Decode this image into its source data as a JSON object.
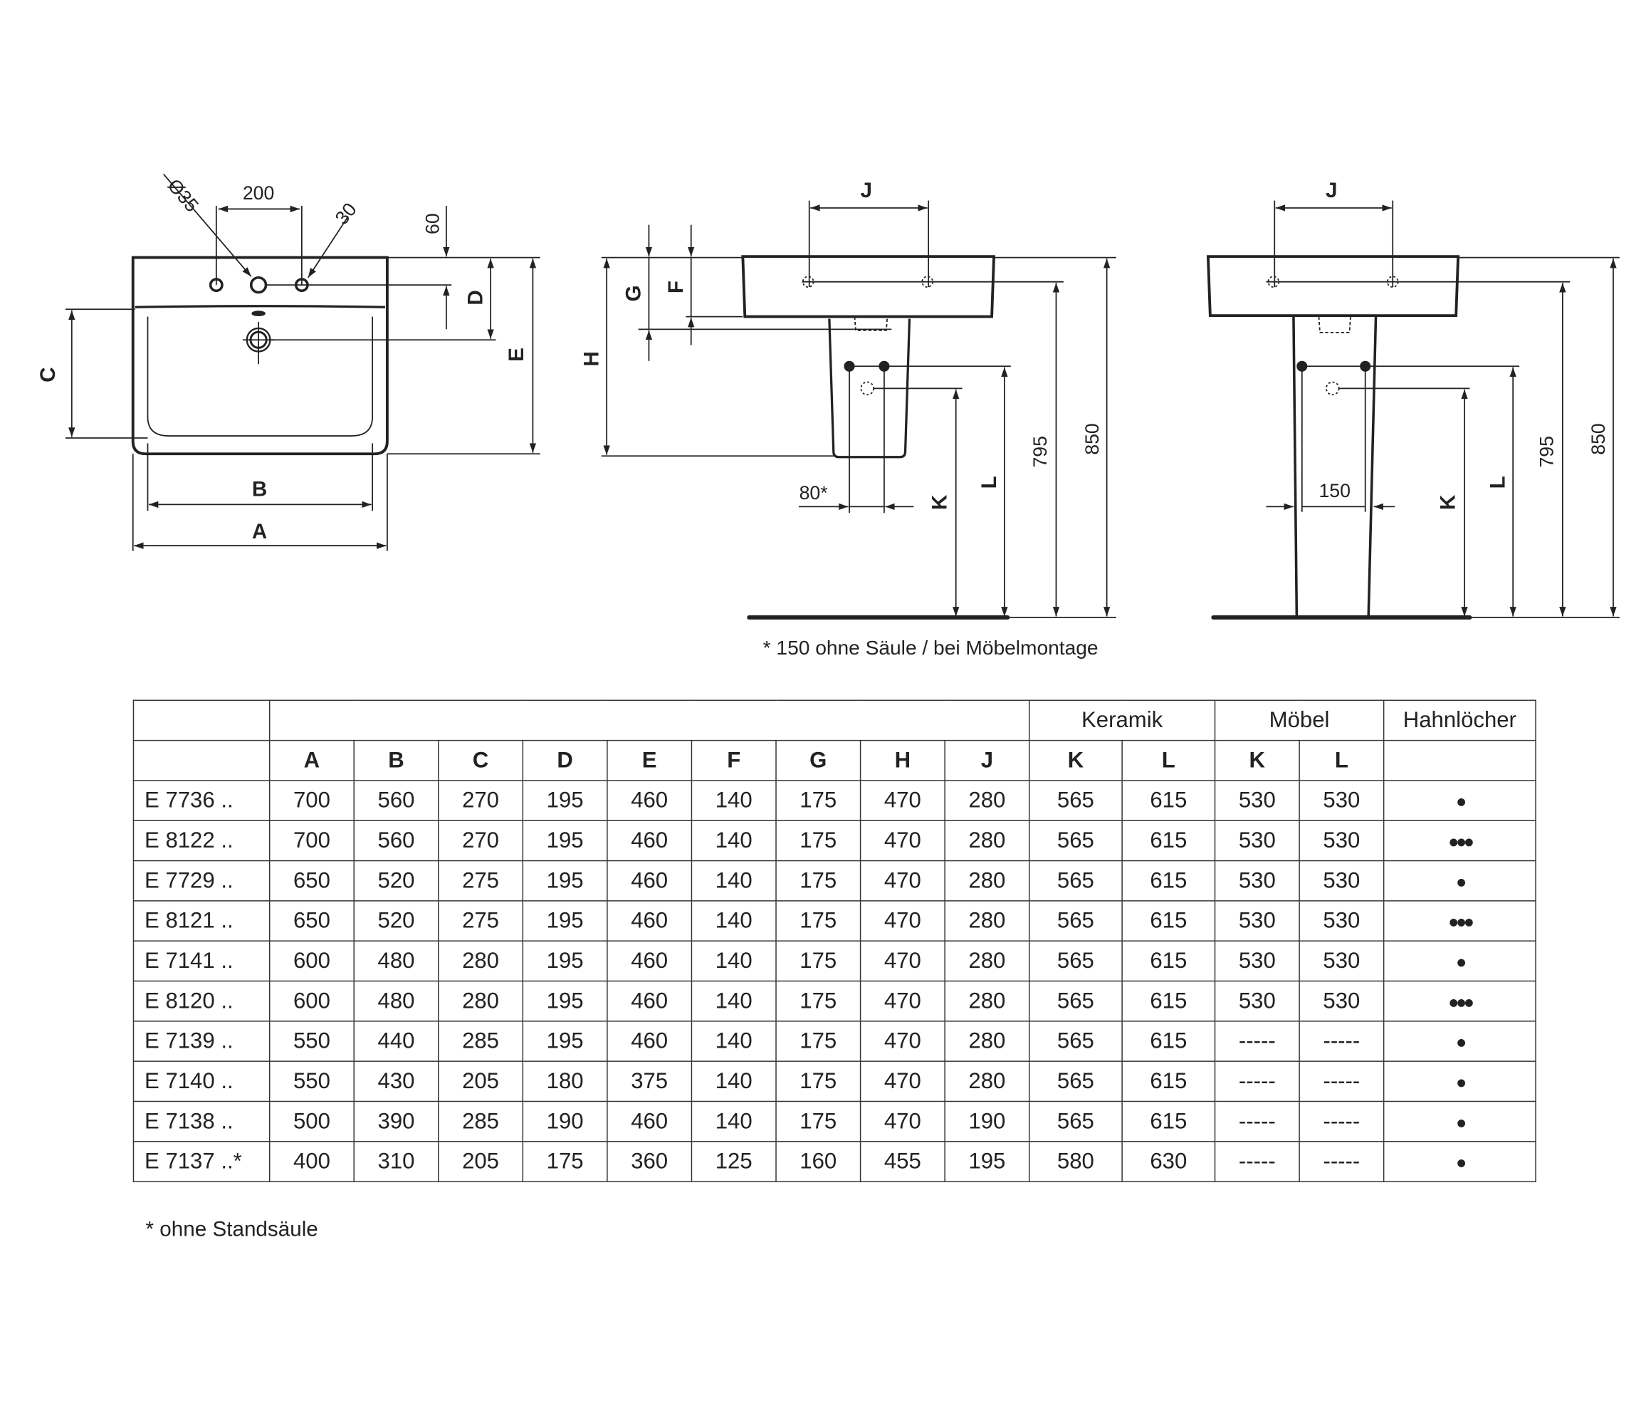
{
  "plan_view": {
    "hole_spacing": "200",
    "hole_diameter": "Ø35",
    "hole_small": "30",
    "hole_offset": "60",
    "labels": {
      "A": "A",
      "B": "B",
      "C": "C",
      "D": "D",
      "E": "E"
    }
  },
  "side_view": {
    "labels": {
      "F": "F",
      "G": "G",
      "H": "H",
      "J": "J",
      "K": "K",
      "L": "L"
    },
    "height_795": "795",
    "height_850": "850",
    "spacing_80": "80*",
    "footnote": "* 150 ohne Säule / bei Möbelmontage"
  },
  "front_view": {
    "labels": {
      "J": "J",
      "K": "K",
      "L": "L"
    },
    "height_795": "795",
    "height_850": "850",
    "spacing_150": "150"
  },
  "table": {
    "group_headers": {
      "keramik": "Keramik",
      "moebel": "Möbel",
      "hahnloecher": "Hahnlöcher"
    },
    "columns": [
      "A",
      "B",
      "C",
      "D",
      "E",
      "F",
      "G",
      "H",
      "J",
      "K",
      "L",
      "K",
      "L"
    ],
    "rows": [
      {
        "model": "E 7736 ..",
        "values": [
          "700",
          "560",
          "270",
          "195",
          "460",
          "140",
          "175",
          "470",
          "280",
          "565",
          "615",
          "530",
          "530"
        ],
        "holes": 1
      },
      {
        "model": "E 8122 ..",
        "values": [
          "700",
          "560",
          "270",
          "195",
          "460",
          "140",
          "175",
          "470",
          "280",
          "565",
          "615",
          "530",
          "530"
        ],
        "holes": 3
      },
      {
        "model": "E 7729 ..",
        "values": [
          "650",
          "520",
          "275",
          "195",
          "460",
          "140",
          "175",
          "470",
          "280",
          "565",
          "615",
          "530",
          "530"
        ],
        "holes": 1
      },
      {
        "model": "E 8121 ..",
        "values": [
          "650",
          "520",
          "275",
          "195",
          "460",
          "140",
          "175",
          "470",
          "280",
          "565",
          "615",
          "530",
          "530"
        ],
        "holes": 3
      },
      {
        "model": "E 7141 ..",
        "values": [
          "600",
          "480",
          "280",
          "195",
          "460",
          "140",
          "175",
          "470",
          "280",
          "565",
          "615",
          "530",
          "530"
        ],
        "holes": 1
      },
      {
        "model": "E 8120 ..",
        "values": [
          "600",
          "480",
          "280",
          "195",
          "460",
          "140",
          "175",
          "470",
          "280",
          "565",
          "615",
          "530",
          "530"
        ],
        "holes": 3
      },
      {
        "model": "E 7139 ..",
        "values": [
          "550",
          "440",
          "285",
          "195",
          "460",
          "140",
          "175",
          "470",
          "280",
          "565",
          "615",
          "-----",
          "-----"
        ],
        "holes": 1
      },
      {
        "model": "E 7140 ..",
        "values": [
          "550",
          "430",
          "205",
          "180",
          "375",
          "140",
          "175",
          "470",
          "280",
          "565",
          "615",
          "-----",
          "-----"
        ],
        "holes": 1
      },
      {
        "model": "E 7138 ..",
        "values": [
          "500",
          "390",
          "285",
          "190",
          "460",
          "140",
          "175",
          "470",
          "190",
          "565",
          "615",
          "-----",
          "-----"
        ],
        "holes": 1
      },
      {
        "model": "E 7137 ..*",
        "values": [
          "400",
          "310",
          "205",
          "175",
          "360",
          "125",
          "160",
          "455",
          "195",
          "580",
          "630",
          "-----",
          "-----"
        ],
        "holes": 1
      }
    ],
    "footnote": "* ohne Standsäule"
  }
}
